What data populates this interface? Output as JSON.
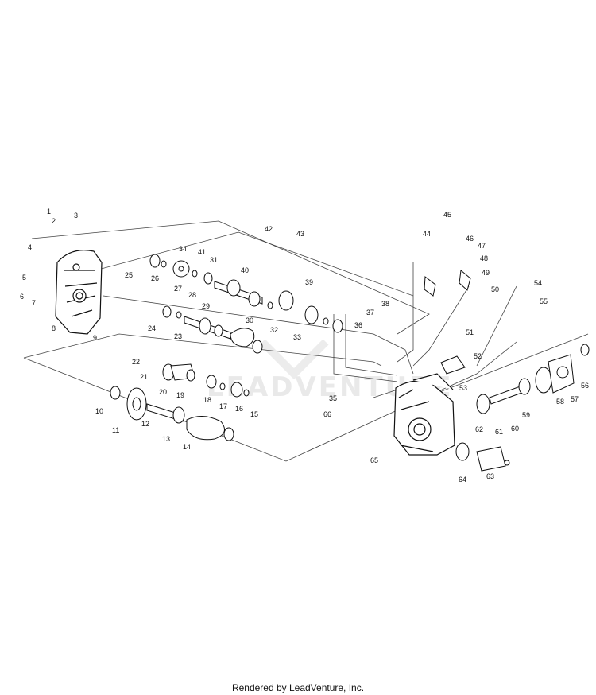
{
  "footer": "Rendered by LeadVenture, Inc.",
  "watermark": "LEADVENTURE",
  "callouts": [
    "1",
    "2",
    "3",
    "4",
    "5",
    "6",
    "7",
    "8",
    "9",
    "25",
    "26",
    "27",
    "28",
    "31",
    "34",
    "41",
    "40",
    "42",
    "43",
    "24",
    "23",
    "29",
    "30",
    "32",
    "33",
    "39",
    "36",
    "37",
    "38",
    "35",
    "22",
    "21",
    "20",
    "19",
    "10",
    "18",
    "17",
    "16",
    "15",
    "11",
    "12",
    "13",
    "14",
    "44",
    "45",
    "46",
    "47",
    "48",
    "49",
    "50",
    "51",
    "52",
    "53",
    "54",
    "55",
    "56",
    "57",
    "58",
    "59",
    "60",
    "61",
    "62",
    "63",
    "64",
    "65",
    "66"
  ]
}
